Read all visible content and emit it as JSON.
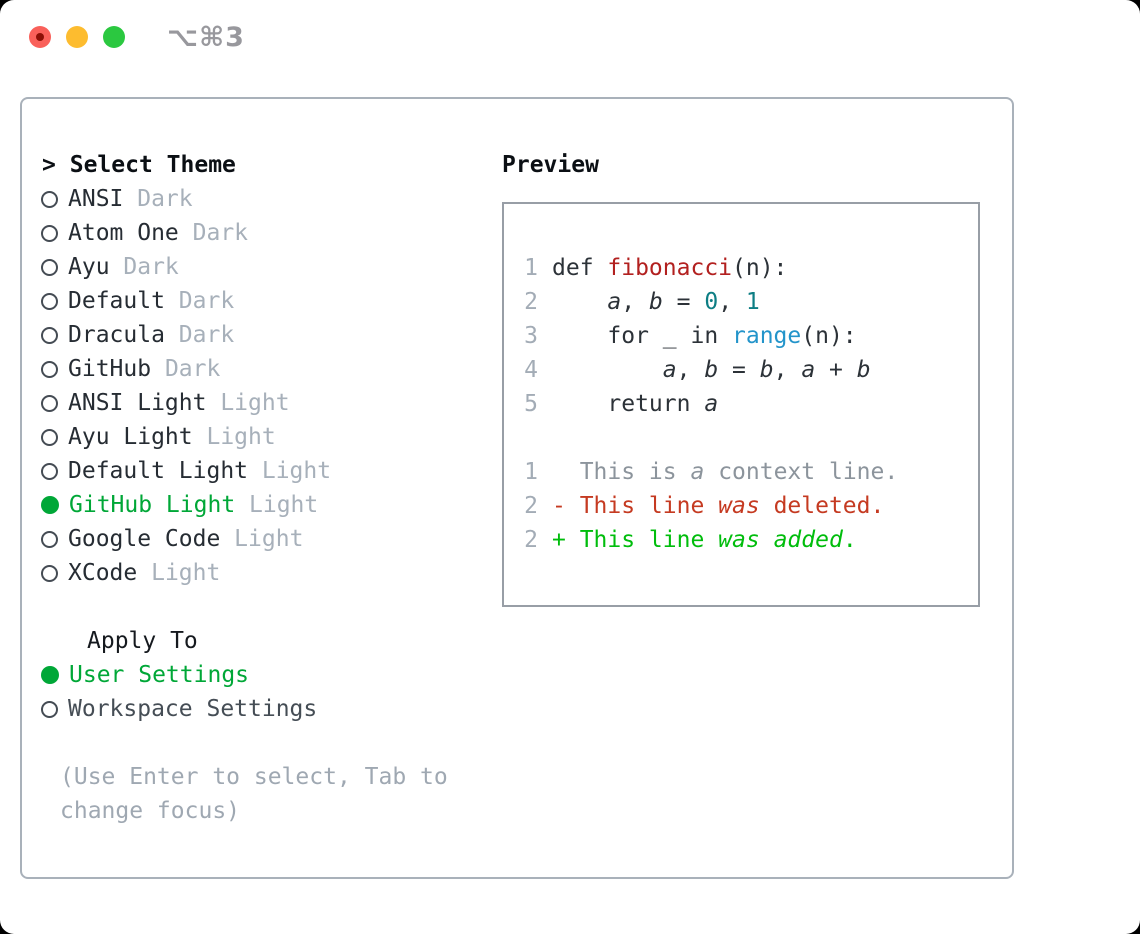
{
  "window": {
    "title": "⌥⌘3"
  },
  "colors": {
    "selected_green": "#00a737",
    "added_green": "#00bd0c",
    "deleted_red": "#c53a21",
    "function_red": "#b2201f",
    "number_teal": "#0d7e84",
    "builtin_blue": "#2394ca",
    "muted_gray": "#a7b0ba",
    "context_gray": "#8c949c",
    "traffic_close_red": "#f9605a",
    "traffic_minimize_yellow": "#fdbc2f",
    "traffic_zoom_green": "#2bc840"
  },
  "theme_panel": {
    "header": {
      "prompt": ">",
      "label": "Select Theme"
    },
    "themes": [
      {
        "name": "ANSI",
        "variant": "Dark",
        "selected": false
      },
      {
        "name": "Atom One",
        "variant": "Dark",
        "selected": false
      },
      {
        "name": "Ayu",
        "variant": "Dark",
        "selected": false
      },
      {
        "name": "Default",
        "variant": "Dark",
        "selected": false
      },
      {
        "name": "Dracula",
        "variant": "Dark",
        "selected": false
      },
      {
        "name": "GitHub",
        "variant": "Dark",
        "selected": false
      },
      {
        "name": "ANSI Light",
        "variant": "Light",
        "selected": false
      },
      {
        "name": "Ayu Light",
        "variant": "Light",
        "selected": false
      },
      {
        "name": "Default Light",
        "variant": "Light",
        "selected": false
      },
      {
        "name": "GitHub Light",
        "variant": "Light",
        "selected": true
      },
      {
        "name": "Google Code",
        "variant": "Light",
        "selected": false
      },
      {
        "name": "XCode",
        "variant": "Light",
        "selected": false
      }
    ],
    "apply_to": {
      "label": "Apply To",
      "options": [
        {
          "label": "User Settings",
          "selected": true
        },
        {
          "label": "Workspace Settings",
          "selected": false
        }
      ]
    },
    "hint": "(Use Enter to select, Tab to change focus)"
  },
  "preview": {
    "label": "Preview",
    "lines": [
      {
        "num": "1",
        "tokens": [
          {
            "t": "def ",
            "c": "code"
          },
          {
            "t": "fibonacci",
            "c": "func"
          },
          {
            "t": "(n):",
            "c": "code"
          }
        ]
      },
      {
        "num": "2",
        "tokens": [
          {
            "t": "    ",
            "c": "code"
          },
          {
            "t": "a",
            "c": "var"
          },
          {
            "t": ", ",
            "c": "code"
          },
          {
            "t": "b",
            "c": "var"
          },
          {
            "t": " = ",
            "c": "code"
          },
          {
            "t": "0",
            "c": "num"
          },
          {
            "t": ", ",
            "c": "code"
          },
          {
            "t": "1",
            "c": "num"
          }
        ]
      },
      {
        "num": "3",
        "tokens": [
          {
            "t": "    for _ in ",
            "c": "code"
          },
          {
            "t": "range",
            "c": "builtin"
          },
          {
            "t": "(n):",
            "c": "code"
          }
        ]
      },
      {
        "num": "4",
        "tokens": [
          {
            "t": "        ",
            "c": "code"
          },
          {
            "t": "a",
            "c": "var"
          },
          {
            "t": ", ",
            "c": "code"
          },
          {
            "t": "b",
            "c": "var"
          },
          {
            "t": " = ",
            "c": "code"
          },
          {
            "t": "b",
            "c": "var"
          },
          {
            "t": ", ",
            "c": "code"
          },
          {
            "t": "a",
            "c": "var"
          },
          {
            "t": " + ",
            "c": "code"
          },
          {
            "t": "b",
            "c": "var"
          }
        ]
      },
      {
        "num": "5",
        "tokens": [
          {
            "t": "    return ",
            "c": "code"
          },
          {
            "t": "a",
            "c": "var"
          }
        ]
      },
      {
        "num": "",
        "tokens": []
      },
      {
        "num": "1",
        "tokens": [
          {
            "t": "  This is ",
            "c": "ctx"
          },
          {
            "t": "a",
            "c": "ctx-i"
          },
          {
            "t": " context line.",
            "c": "ctx"
          }
        ]
      },
      {
        "num": "2",
        "tokens": [
          {
            "t": "- This line ",
            "c": "del"
          },
          {
            "t": "was",
            "c": "del-i"
          },
          {
            "t": " deleted.",
            "c": "del"
          }
        ]
      },
      {
        "num": "2",
        "tokens": [
          {
            "t": "+ This line ",
            "c": "add"
          },
          {
            "t": "was",
            "c": "add-i"
          },
          {
            "t": " ",
            "c": "add"
          },
          {
            "t": "added",
            "c": "add-i"
          },
          {
            "t": ".",
            "c": "add"
          }
        ]
      }
    ]
  }
}
